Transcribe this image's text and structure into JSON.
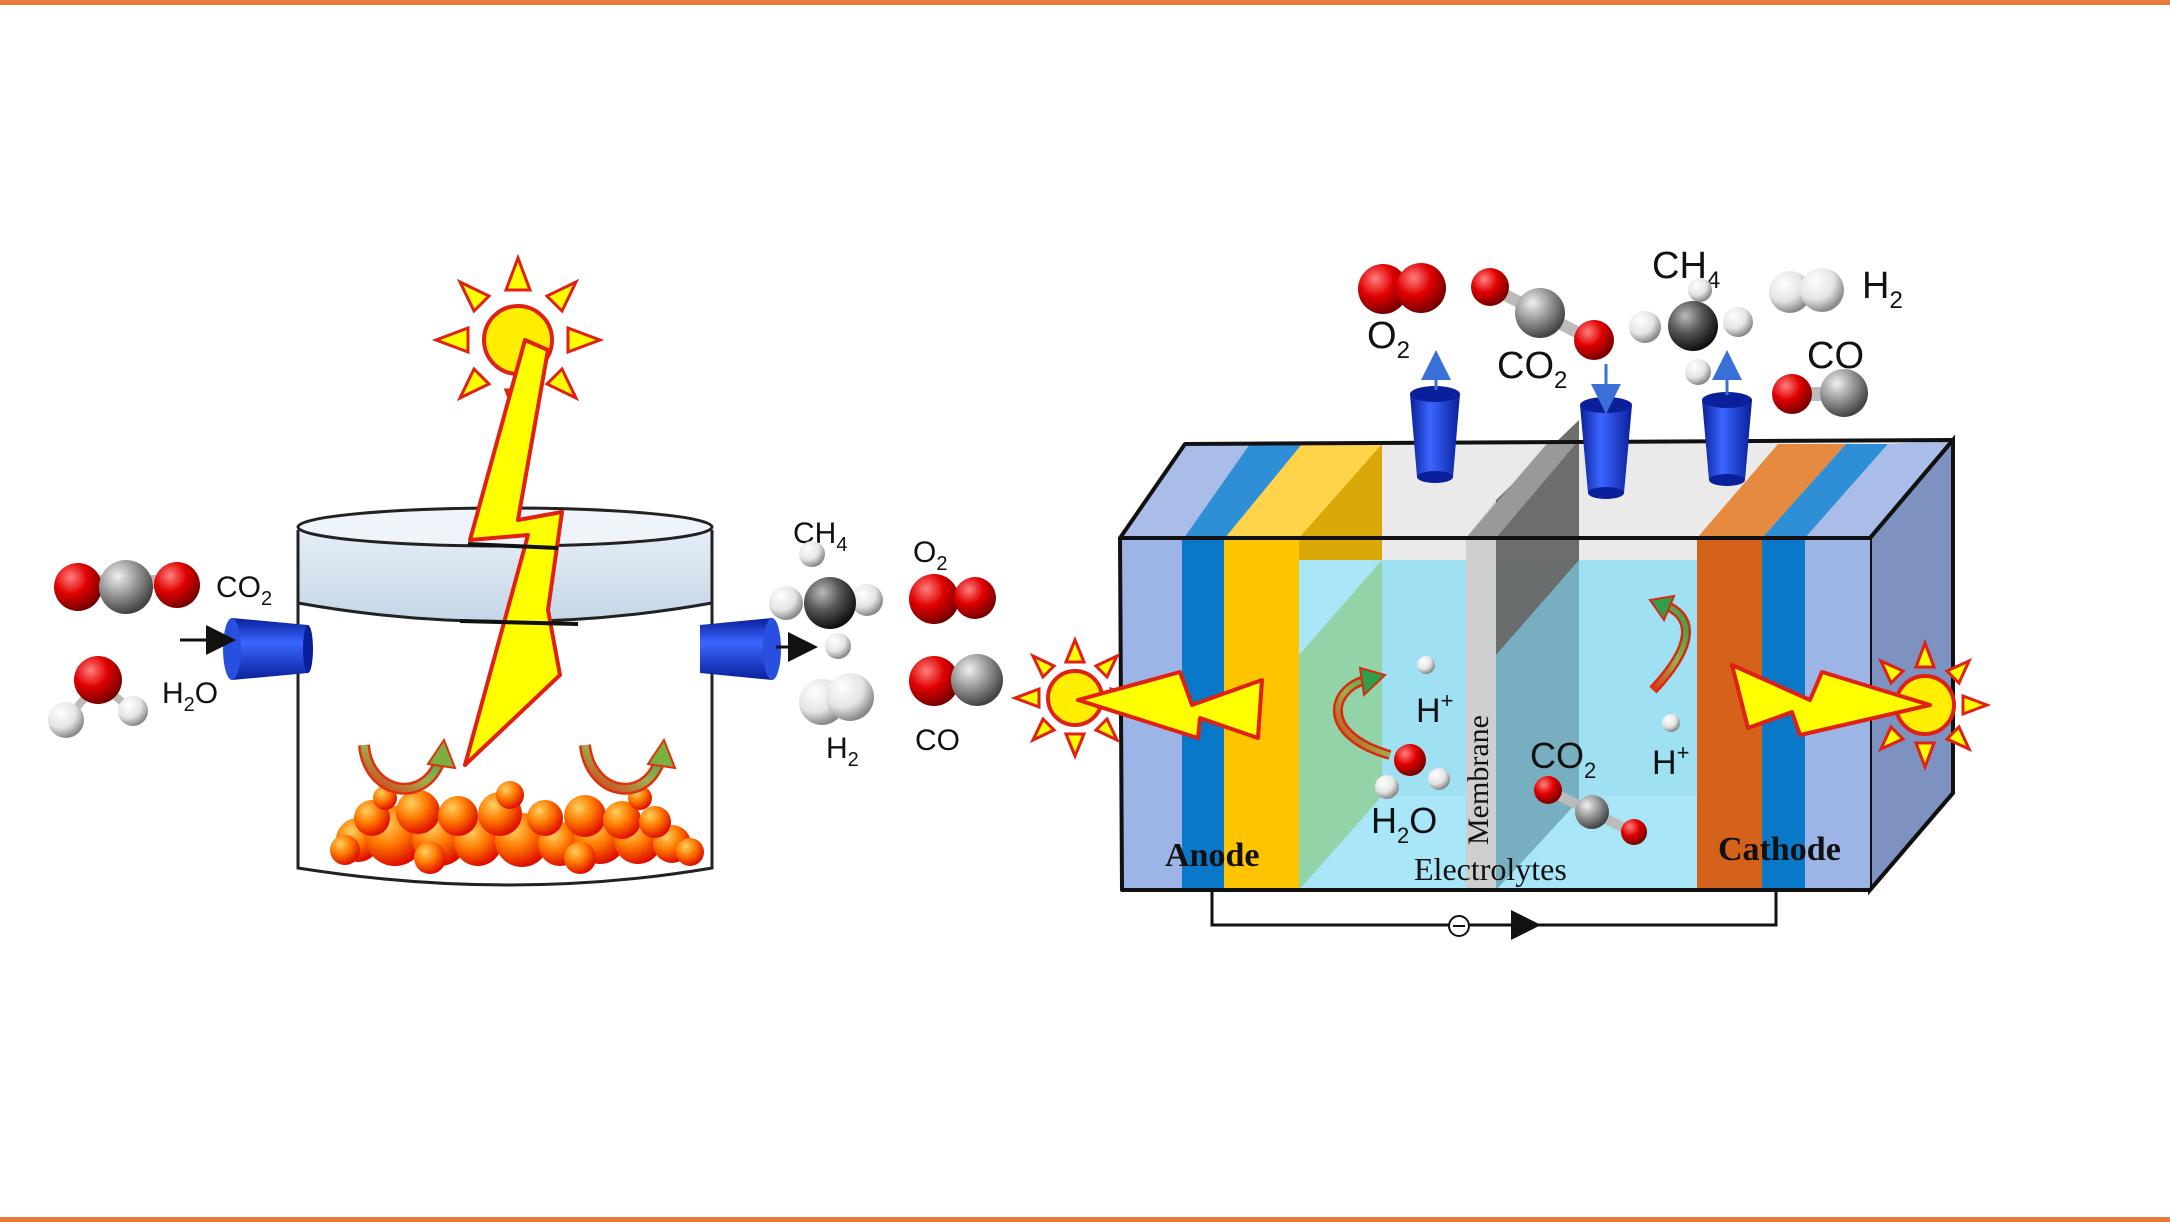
{
  "palette": {
    "accent_rule": "#e8793a",
    "oxygen_atom": "#d10a0a",
    "carbon_atom": "#8c8c8c",
    "hydrogen_atom": "#e6e6e6",
    "port": "#1a3fd6",
    "photon": "#ffff00",
    "photon_outline": "#e02010",
    "anode_layer": "#ffc400",
    "cathode_layer": "#d8621a",
    "electrolyte": "#a8e6f8",
    "membrane": "#6b6b6b"
  },
  "icons": [
    "sun-icon",
    "lightning-bolt-icon",
    "molecule-icon",
    "flow-arrow-icon",
    "port-icon",
    "electron-icon"
  ],
  "left_reactor": {
    "inputs": {
      "co2": "CO",
      "co2_sub": "2",
      "h2o_a": "H",
      "h2o_sub": "2",
      "h2o_b": "O"
    },
    "outputs": {
      "ch4": "CH",
      "ch4_sub": "4",
      "o2": "O",
      "o2_sub": "2",
      "h2": "H",
      "h2_sub": "2",
      "co": "CO"
    }
  },
  "right_cell": {
    "top_products": {
      "o2": "O",
      "o2_sub": "2",
      "co2": "CO",
      "co2_sub": "2",
      "ch4": "CH",
      "ch4_sub": "4",
      "h2": "H",
      "h2_sub": "2",
      "co": "CO"
    },
    "inner": {
      "proton_a": "H",
      "proton_a_sup": "+",
      "proton_b": "H",
      "proton_b_sup": "+",
      "h2o_a": "H",
      "h2o_sub": "2",
      "h2o_b": "O",
      "co2": "CO",
      "co2_sub": "2"
    },
    "anode": "Anode",
    "cathode": "Cathode",
    "membrane": "Membrane",
    "electrolytes": "Electrolytes"
  }
}
